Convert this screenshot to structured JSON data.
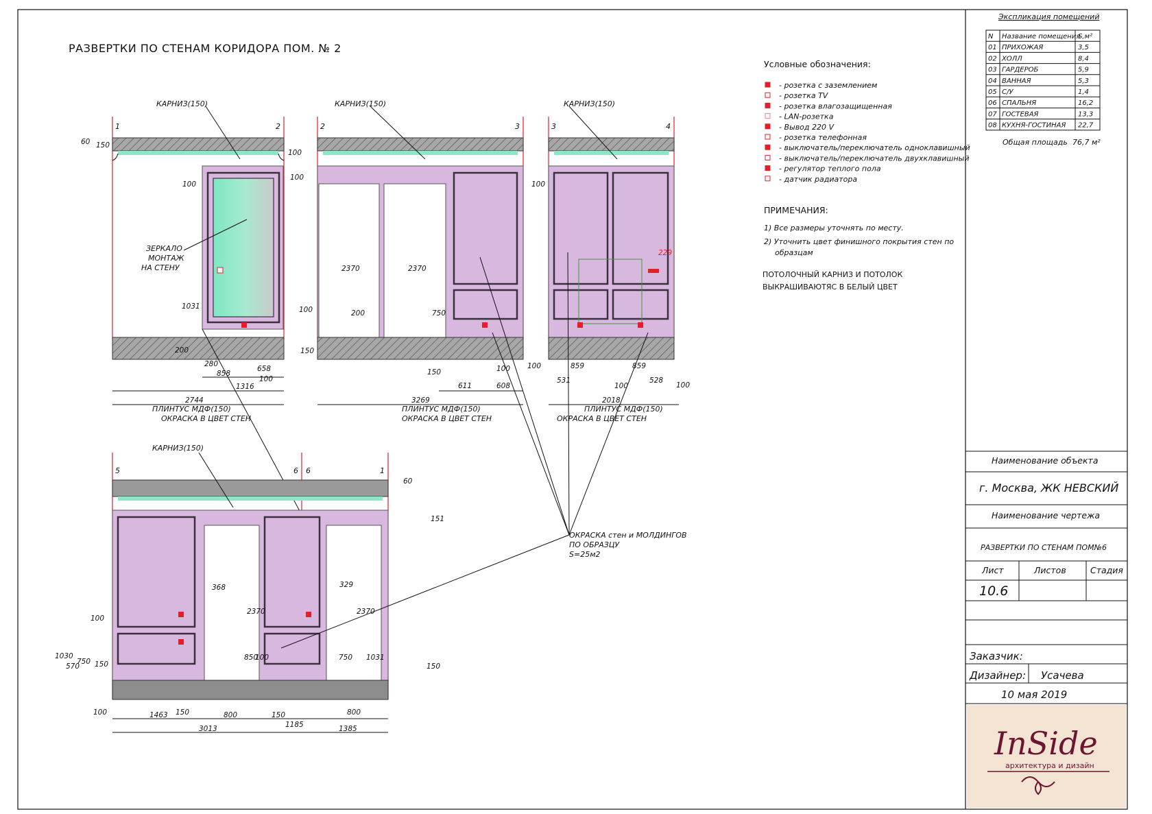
{
  "title": "РАЗВЕРТКИ ПО СТЕНАМ КОРИДОРА ПОМ. № 2",
  "legend": {
    "heading": "Условные обозначения:",
    "items": [
      "- розетка с заземлением",
      "- розетка TV",
      "- розетка влагозащищенная",
      "- LAN-розетка",
      "- Вывод 220 V",
      "- розетка телефонная",
      "- выключатель/переключатель одноклавишный",
      "- выключатель/переключатель двухклавишный",
      "- регулятор теплого пола",
      "- датчик радиатора"
    ]
  },
  "notes": {
    "heading": "ПРИМЕЧАНИЯ:",
    "items": [
      "1) Все размеры уточнять по месту.",
      "2) Уточнить цвет финишного покрытия стен по",
      "образцам"
    ],
    "ceiling_1": "ПОТОЛОЧНЫЙ КАРНИЗ И ПОТОЛОК",
    "ceiling_2": "ВЫКРАШИВАЮТЯС В БЕЛЫЙ ЦВЕТ"
  },
  "explication": {
    "title": "Экспликация помещений",
    "headers": [
      "N",
      "Название помещения",
      "S,м²"
    ],
    "rows": [
      [
        "01",
        "ПРИХОЖАЯ",
        "3,5"
      ],
      [
        "02",
        "ХОЛЛ",
        "8,4"
      ],
      [
        "03",
        "ГАРДЕРОБ",
        "5,9"
      ],
      [
        "04",
        "ВАННАЯ",
        "5,3"
      ],
      [
        "05",
        "С/У",
        "1,4"
      ],
      [
        "06",
        "СПАЛЬНЯ",
        "16,2"
      ],
      [
        "07",
        "ГОСТЕВАЯ",
        "13,3"
      ],
      [
        "08",
        "КУХНЯ-ГОСТИНАЯ",
        "22,7"
      ]
    ],
    "total_label": "Общая площадь",
    "total_value": "76,7",
    "total_unit": "м²"
  },
  "stamp": {
    "object_label": "Наименование объекта",
    "object_value": "г. Москва, ЖК НЕВСКИЙ",
    "drawing_label": "Наименование чертежа",
    "drawing_value": "РАЗВЕРТКИ ПО СТЕНАМ ПОМ№6",
    "sheet_label": "Лист",
    "sheets_label": "Листов",
    "stage_label": "Стадия",
    "sheet_value": "10.6",
    "client_label": "Заказчик:",
    "designer_label": "Дизайнер:",
    "designer_value": "Усачева",
    "date": "10 мая 2019",
    "logo_text": "InSide",
    "logo_sub": "архитектура и дизайн"
  },
  "annotations": {
    "cornice": "КАРНИЗ(150)",
    "mirror_1": "ЗЕРКАЛО",
    "mirror_2": "МОНТАЖ",
    "mirror_3": "НА СТЕНУ",
    "plinth": "ПЛИНТУС МДФ(150)",
    "paint": "ОКРАСКА    В ЦВЕТ СТЕН",
    "paint_walls_1": "ОКРАСКА стен и МОЛДИНГОВ",
    "paint_walls_2": "ПО ОБРАЗЦУ",
    "paint_walls_3": "S=25м2"
  },
  "axes": {
    "e1": [
      "1",
      "2"
    ],
    "e2": [
      "2",
      "3"
    ],
    "e3": [
      "3",
      "4"
    ],
    "e4": [
      "5",
      "6",
      "6",
      "1"
    ]
  },
  "dims": {
    "e1": [
      "60",
      "150",
      "100",
      "100",
      "100",
      "1031",
      "200",
      "280",
      "858",
      "658",
      "100",
      "1316",
      "2744"
    ],
    "e2": [
      "2370",
      "2370",
      "200",
      "750",
      "150",
      "611",
      "608",
      "100",
      "3269",
      "100",
      "100",
      "150",
      "100"
    ],
    "e3": [
      "100",
      "859",
      "859",
      "531",
      "100",
      "528",
      "100",
      "2018",
      "229"
    ],
    "e4": [
      "60",
      "151",
      "368",
      "329",
      "2370",
      "2370",
      "100",
      "1030",
      "570",
      "750",
      "150",
      "850",
      "100",
      "750",
      "1031",
      "150",
      "100",
      "1463",
      "150",
      "800",
      "150",
      "800",
      "1185",
      "3013",
      "1385"
    ]
  },
  "colors": {
    "wall": "#d9b8e0",
    "molding": "#3a2f3c",
    "hatch": "#8c8c8c",
    "red": "#e0202a",
    "mint": "#8ee6c8",
    "logo_bg": "#f3e3d3",
    "logo_ink": "#6b1530"
  }
}
